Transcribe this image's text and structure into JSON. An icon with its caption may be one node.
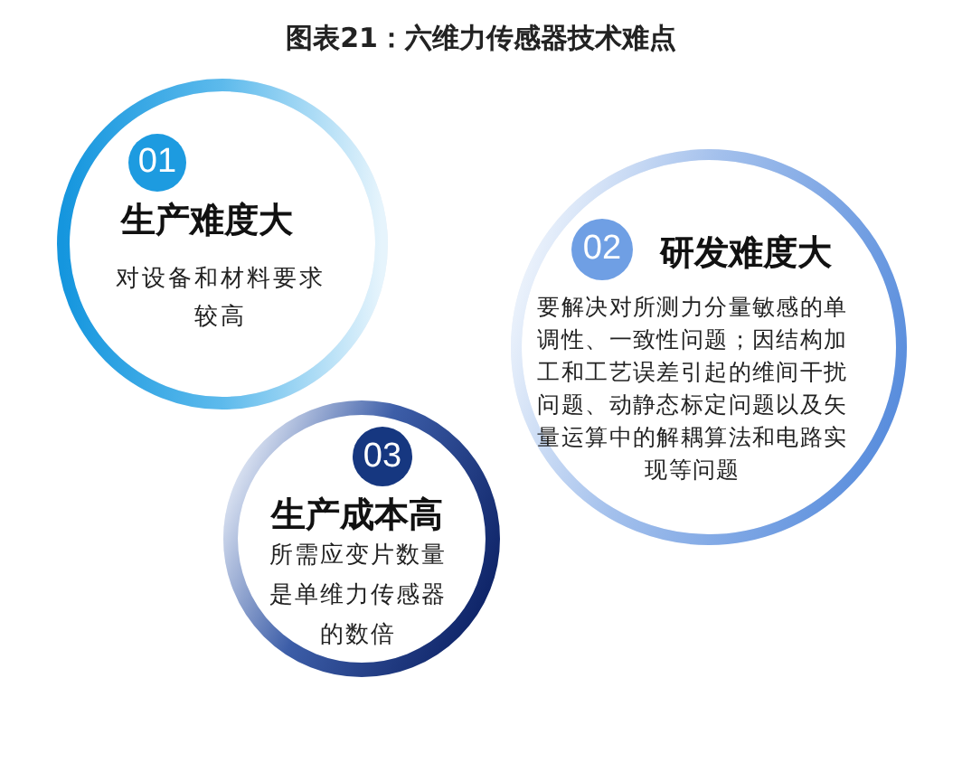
{
  "diagram": {
    "title": "图表21：六维力传感器技术难点",
    "nodes": [
      {
        "text": [
          "生产难度大",
          "对设备和材料要求较高"
        ]
      },
      {
        "text": [
          "01"
        ],
        "in": 0
      },
      {
        "text": [
          "研发难度大",
          "要解决对所测力分量敏感的单调性、一致性问题；因结构加工和工艺误差引起的维间干扰问题、动静态标定问题以及矢量运算中的解耦算法和电路实现等问题"
        ]
      },
      {
        "text": [
          "02"
        ],
        "in": 2
      },
      {
        "text": [
          "生产成本高",
          "所需应变片数量是单维力传感器的数倍"
        ]
      },
      {
        "text": [
          "03"
        ],
        "in": 4
      }
    ]
  }
}
